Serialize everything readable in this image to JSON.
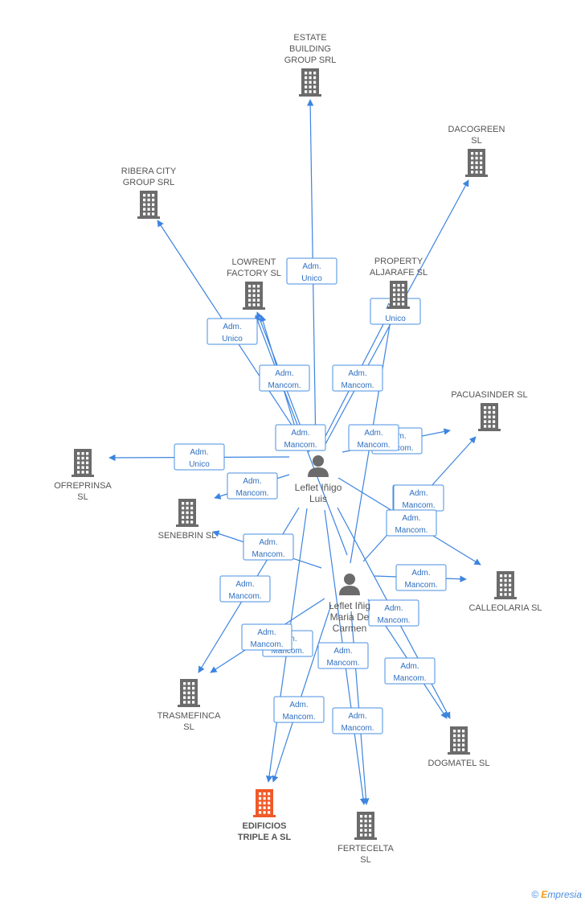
{
  "colors": {
    "edge": "#3d84e0",
    "company_icon": "#6b6b6b",
    "main_company_icon": "#f05a28",
    "person_icon": "#6b6b6b",
    "label_text": "#2f6fc0"
  },
  "nodes": [
    {
      "id": "estate",
      "type": "company",
      "name": "ESTATE\nBUILDING\nGROUP SRL",
      "icon": "building-icon"
    },
    {
      "id": "dacogreen",
      "type": "company",
      "name": "DACOGREEN\nSL",
      "icon": "building-icon"
    },
    {
      "id": "ribera",
      "type": "company",
      "name": "RIBERA CITY\nGROUP SRL",
      "icon": "building-icon"
    },
    {
      "id": "lowrent",
      "type": "company",
      "name": "LOWRENT\nFACTORY  SL",
      "icon": "building-icon"
    },
    {
      "id": "property",
      "type": "company",
      "name": "PROPERTY\nALJARAFE  SL",
      "icon": "building-icon"
    },
    {
      "id": "pacuasinder",
      "type": "company",
      "name": "PACUASINDER SL",
      "icon": "building-icon"
    },
    {
      "id": "ofreprinsa",
      "type": "company",
      "name": "OFREPRINSA\nSL",
      "icon": "building-icon"
    },
    {
      "id": "senebrin",
      "type": "company",
      "name": "SENEBRIN SL",
      "icon": "building-icon"
    },
    {
      "id": "calleolaria",
      "type": "company",
      "name": "CALLEOLARIA SL",
      "icon": "building-icon"
    },
    {
      "id": "trasmefinca",
      "type": "company",
      "name": "TRASMEFINCA\nSL",
      "icon": "building-icon"
    },
    {
      "id": "dogmatel",
      "type": "company",
      "name": "DOGMATEL SL",
      "icon": "building-icon"
    },
    {
      "id": "edificios",
      "type": "company",
      "main": true,
      "name": "EDIFICIOS\nTRIPLE A  SL",
      "icon": "building-icon"
    },
    {
      "id": "fertecelta",
      "type": "company",
      "name": "FERTECELTA\nSL",
      "icon": "building-icon"
    },
    {
      "id": "p1",
      "type": "person",
      "name": "Leflet Iñigo\nLuis",
      "icon": "person-icon"
    },
    {
      "id": "p2",
      "type": "person",
      "name": "Leflet Iñig\nMaria De\nCarmen",
      "icon": "person-icon"
    }
  ],
  "edges": [
    {
      "from": "p1",
      "to": "estate",
      "label": "Adm.\nUnico"
    },
    {
      "from": "p1",
      "to": "ribera",
      "label": "Adm.\nUnico"
    },
    {
      "from": "p1",
      "to": "dacogreen",
      "label": "Adm.\nUnico"
    },
    {
      "from": "p1",
      "to": "lowrent",
      "label": "Adm.\nMancom."
    },
    {
      "from": "p1",
      "to": "lowrent",
      "label": "Adm.\nMancom."
    },
    {
      "from": "p1",
      "to": "property",
      "label": "Adm.\nMancom."
    },
    {
      "from": "p1",
      "to": "pacuasinder",
      "label": "Adm.\nMancom."
    },
    {
      "from": "p1",
      "to": "ofreprinsa",
      "label": "Adm.\nUnico"
    },
    {
      "from": "p1",
      "to": "senebrin",
      "label": "Adm.\nMancom."
    },
    {
      "from": "p1",
      "to": "calleolaria",
      "label": "Adm.\nMancom."
    },
    {
      "from": "p1",
      "to": "trasmefinca",
      "label": "Adm.\nMancom."
    },
    {
      "from": "p1",
      "to": "edificios",
      "label": "Adm.\nMancom."
    },
    {
      "from": "p1",
      "to": "fertecelta",
      "label": "Adm.\nMancom."
    },
    {
      "from": "p1",
      "to": "dogmatel",
      "label": "Adm.\nMancom."
    },
    {
      "from": "p2",
      "to": "property",
      "label": "Adm.\nMancom."
    },
    {
      "from": "p2",
      "to": "pacuasinder",
      "label": "Adm.\nMancom."
    },
    {
      "from": "p2",
      "to": "senebrin",
      "label": "Adm.\nMancom."
    },
    {
      "from": "p2",
      "to": "calleolaria",
      "label": "Adm.\nMancom."
    },
    {
      "from": "p2",
      "to": "trasmefinca",
      "label": "Adm.\nMancom."
    },
    {
      "from": "p2",
      "to": "edificios",
      "label": "Adm.\nMancom."
    },
    {
      "from": "p2",
      "to": "fertecelta",
      "label": "Adm.\nMancom."
    },
    {
      "from": "p2",
      "to": "dogmatel",
      "label": "Adm.\nMancom."
    },
    {
      "from": "p2",
      "to": "lowrent",
      "label": "Adm.\nMancom."
    }
  ],
  "footer": {
    "copyright": "©",
    "brand_first": "E",
    "brand_rest": "mpresia"
  }
}
